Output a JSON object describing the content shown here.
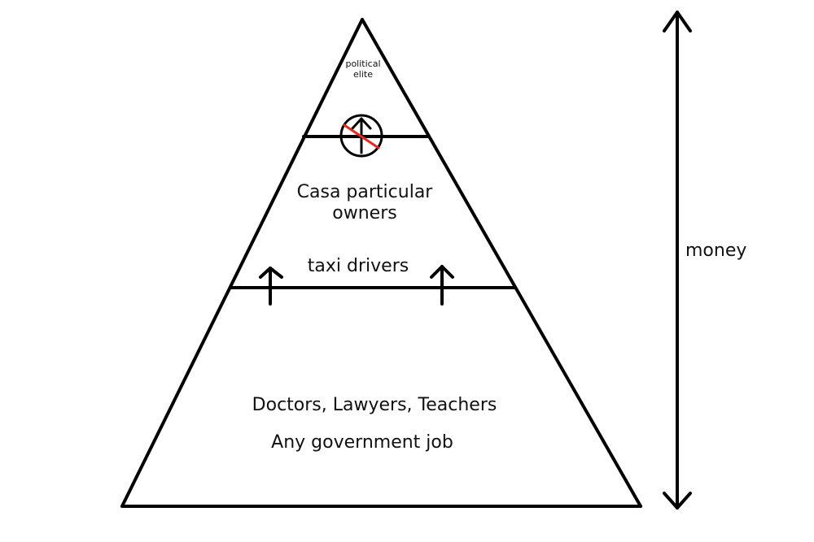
{
  "diagram": {
    "tiers": {
      "top": {
        "line1": "political",
        "line2": "elite"
      },
      "middle_upper": {
        "line1": "Casa particular",
        "line2": "owners"
      },
      "middle_lower": {
        "label": "taxi drivers"
      },
      "bottom": {
        "line1": "Doctors, Lawyers, Teachers",
        "line2": "Any government job"
      }
    },
    "axis": {
      "label": "money"
    },
    "colors": {
      "stroke": "#000000",
      "prohibition_slash": "#e8261b",
      "background": "#ffffff"
    },
    "icons": {
      "blocked_mobility": "no-upward-arrow-icon",
      "upward_mobility": "up-arrow-icon",
      "money_scale": "double-headed-vertical-arrow-icon"
    }
  }
}
